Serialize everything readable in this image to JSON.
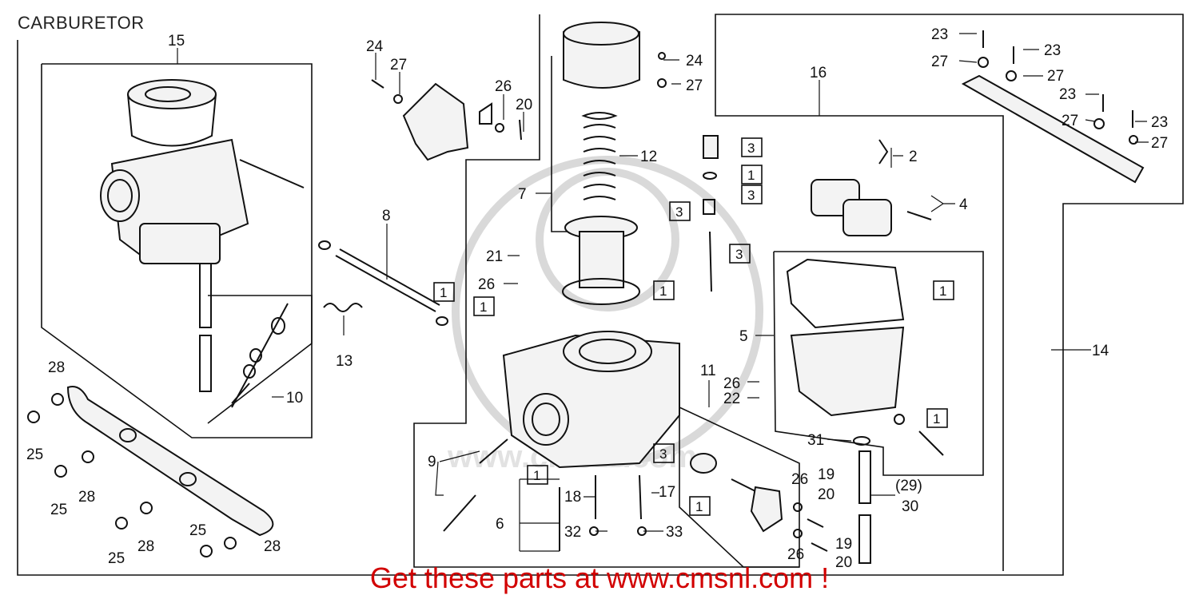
{
  "page": {
    "title": "CARBURETOR",
    "footer": "Get these parts at www.cmsnl.com !",
    "watermark": "www.cmsnl.com",
    "footer_color": "#d20000"
  },
  "callouts": [
    {
      "key": "c15",
      "text": "15"
    },
    {
      "key": "c24a",
      "text": "24"
    },
    {
      "key": "c27a",
      "text": "27"
    },
    {
      "key": "c26a",
      "text": "26"
    },
    {
      "key": "c20a",
      "text": "20"
    },
    {
      "key": "c24b",
      "text": "24"
    },
    {
      "key": "c27b",
      "text": "27"
    },
    {
      "key": "c12",
      "text": "12"
    },
    {
      "key": "c7",
      "text": "7"
    },
    {
      "key": "c16",
      "text": "16"
    },
    {
      "key": "c2",
      "text": "2"
    },
    {
      "key": "c4",
      "text": "4"
    },
    {
      "key": "c23a",
      "text": "23"
    },
    {
      "key": "c23b",
      "text": "23"
    },
    {
      "key": "c27c",
      "text": "27"
    },
    {
      "key": "c27d",
      "text": "27"
    },
    {
      "key": "c23c",
      "text": "23"
    },
    {
      "key": "c27e",
      "text": "27"
    },
    {
      "key": "c23d",
      "text": "23"
    },
    {
      "key": "c27f",
      "text": "27"
    },
    {
      "key": "c8",
      "text": "8"
    },
    {
      "key": "c13",
      "text": "13"
    },
    {
      "key": "c21",
      "text": "21"
    },
    {
      "key": "c26b",
      "text": "26"
    },
    {
      "key": "c5",
      "text": "5"
    },
    {
      "key": "c14",
      "text": "14"
    },
    {
      "key": "c11",
      "text": "11"
    },
    {
      "key": "c26c",
      "text": "26"
    },
    {
      "key": "c22",
      "text": "22"
    },
    {
      "key": "c10",
      "text": "10"
    },
    {
      "key": "c28a",
      "text": "28"
    },
    {
      "key": "c25a",
      "text": "25"
    },
    {
      "key": "c28b",
      "text": "28"
    },
    {
      "key": "c25b",
      "text": "25"
    },
    {
      "key": "c28c",
      "text": "28"
    },
    {
      "key": "c25c",
      "text": "25"
    },
    {
      "key": "c25d",
      "text": "25"
    },
    {
      "key": "c28d",
      "text": "28"
    },
    {
      "key": "c9",
      "text": "9"
    },
    {
      "key": "c6",
      "text": "6"
    },
    {
      "key": "c18",
      "text": "18"
    },
    {
      "key": "c32",
      "text": "32"
    },
    {
      "key": "c17",
      "text": "17"
    },
    {
      "key": "c33",
      "text": "33"
    },
    {
      "key": "c31",
      "text": "31"
    },
    {
      "key": "c26d",
      "text": "26"
    },
    {
      "key": "c19a",
      "text": "19"
    },
    {
      "key": "c20b",
      "text": "20"
    },
    {
      "key": "c29",
      "text": "(29)"
    },
    {
      "key": "c30",
      "text": "30"
    },
    {
      "key": "c26e",
      "text": "26"
    },
    {
      "key": "c19b",
      "text": "19"
    },
    {
      "key": "c20c",
      "text": "20"
    }
  ],
  "kit_refs": [
    {
      "key": "k3a",
      "text": "3"
    },
    {
      "key": "k1a",
      "text": "1"
    },
    {
      "key": "k3b",
      "text": "3"
    },
    {
      "key": "k3c",
      "text": "3"
    },
    {
      "key": "k3d",
      "text": "3"
    },
    {
      "key": "k1b",
      "text": "1"
    },
    {
      "key": "k1c",
      "text": "1"
    },
    {
      "key": "k1d",
      "text": "1"
    },
    {
      "key": "k1e",
      "text": "1"
    },
    {
      "key": "k1f",
      "text": "1"
    },
    {
      "key": "k3e",
      "text": "3"
    },
    {
      "key": "k1g",
      "text": "1"
    },
    {
      "key": "k1h",
      "text": "1"
    }
  ]
}
